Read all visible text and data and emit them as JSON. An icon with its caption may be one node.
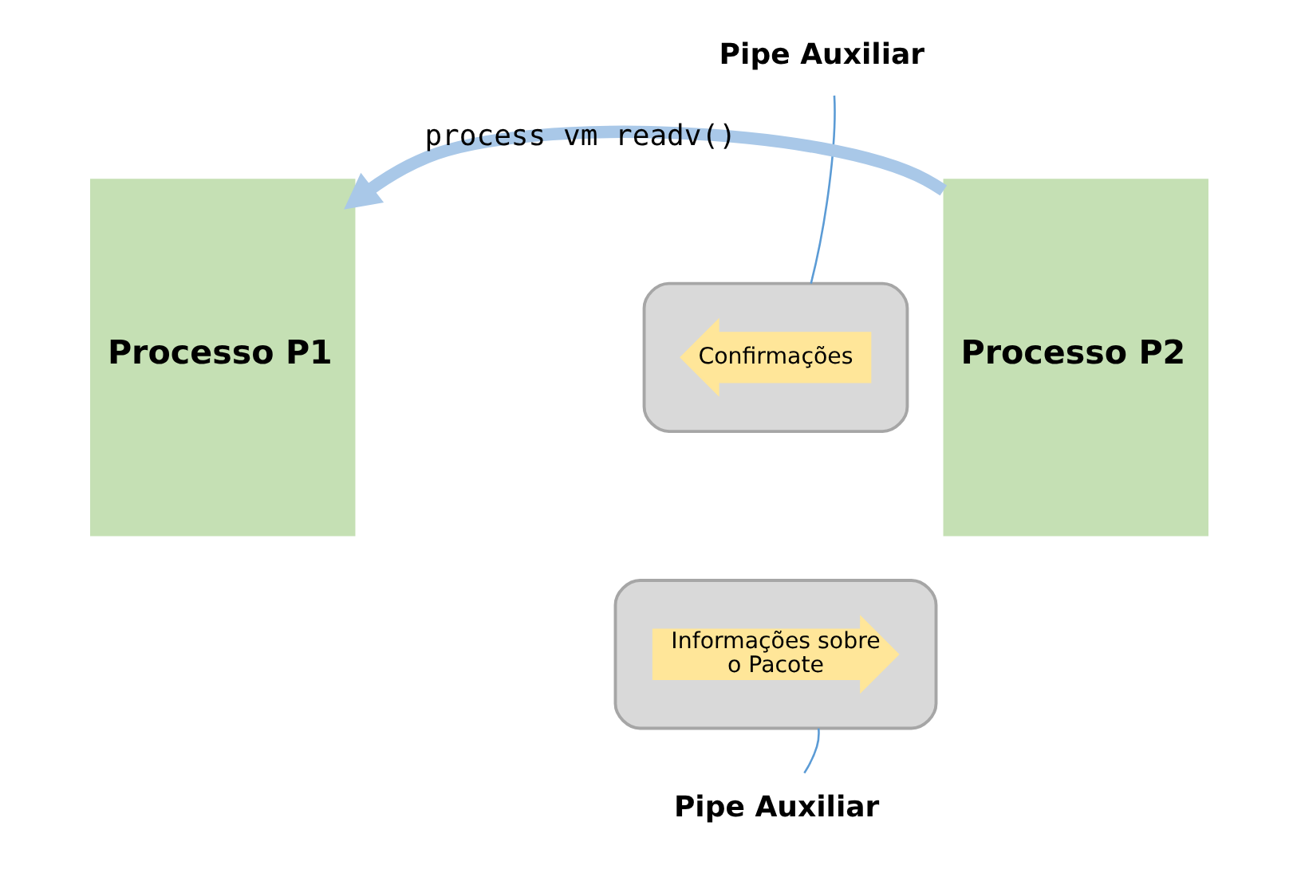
{
  "diagram": {
    "nodes": [
      {
        "text": [
          "Processo P1"
        ]
      },
      {
        "text": [
          "Pipe Auxiliar"
        ]
      },
      {
        "text": [],
        "shape": "cylinder"
      },
      {
        "text": [
          "Confirmações"
        ],
        "in": 2
      },
      {
        "text": [],
        "shape": "cylinder"
      },
      {
        "text": [
          "Informações sobre o Pacote"
        ],
        "in": 4
      },
      {
        "text": [
          "Pipe Auxiliar"
        ]
      },
      {
        "text": [
          "Processo P2"
        ]
      }
    ],
    "edges": [
      {
        "from": 1,
        "to": 2,
        "arrow": "none",
        "color": "#5b9bd5"
      },
      {
        "from": 6,
        "to": 4,
        "arrow": "none",
        "color": "#5b9bd5"
      },
      {
        "from": 7,
        "to": 0,
        "arrow": "to",
        "label": "process vm readv()",
        "style": "thick",
        "color": "#a9c8e8"
      }
    ]
  }
}
